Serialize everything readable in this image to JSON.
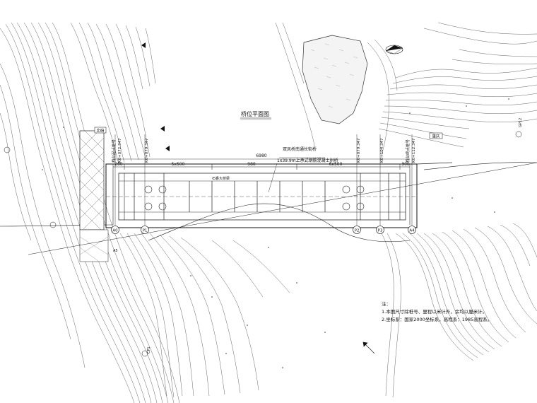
{
  "title": "桥位平面图",
  "bridge": {
    "name": "双凤桥南通长街桥",
    "spec": "1x39.9m上承式钢筋混凝土拱桥",
    "dim_total": "6980",
    "dim_left": "5x500",
    "dim_mid": "980",
    "dim_right": "6x500",
    "dim_end_left": "200",
    "dim_end_right": "300",
    "deck_note": "石香大桥梁"
  },
  "stations": [
    {
      "label": "桥台起点桩号",
      "km": "K0+072.347"
    },
    {
      "label": "K0+079.347"
    },
    {
      "label": "K0+079.347"
    },
    {
      "label": "K0+104.347"
    },
    {
      "label": "桥台终点桩号",
      "km": "K0+112.347"
    }
  ],
  "piers": [
    "A0",
    "P1",
    "P2",
    "P3",
    "A4"
  ],
  "directions": {
    "left": "北碚",
    "right": "重庆"
  },
  "notes": {
    "header": "注：",
    "items": [
      "1.本图尺寸除桩号、里程以米计外，余均以厘米计。",
      "2.坐标系：国家2000坐标系，高程系：1985高程系。"
    ]
  },
  "points": [
    "A5",
    "CP1",
    "GP12"
  ]
}
